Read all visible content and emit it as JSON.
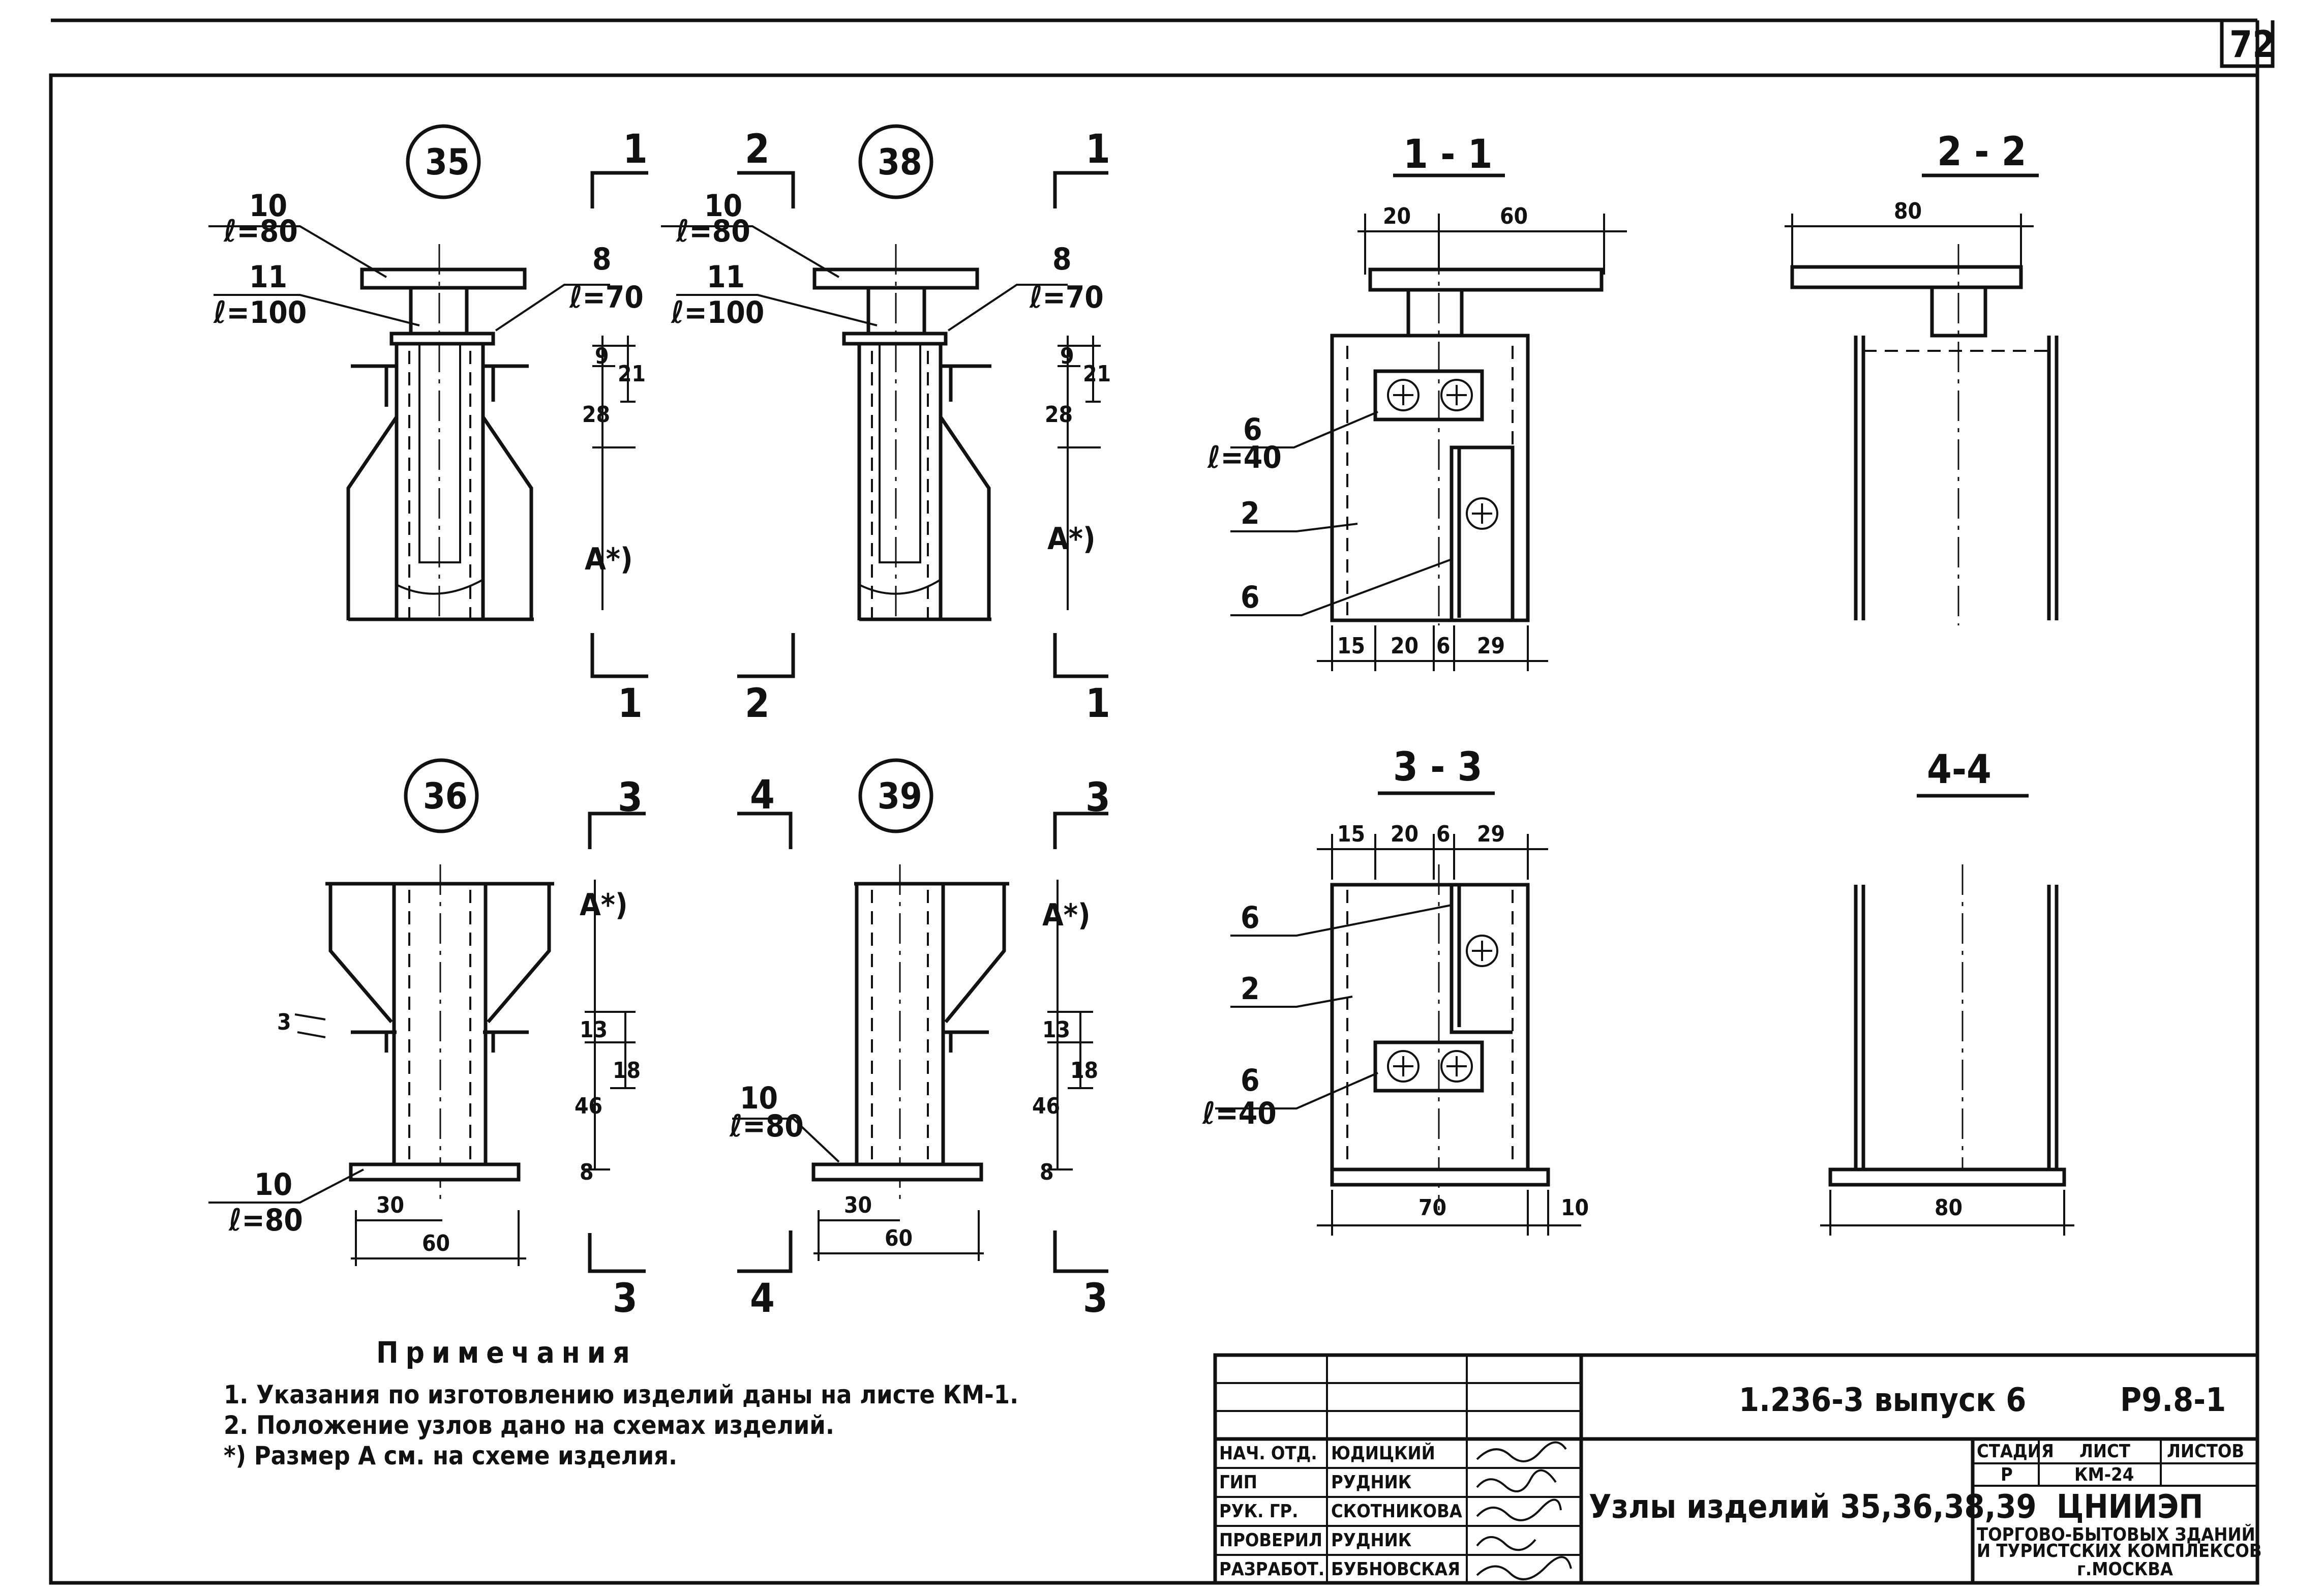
{
  "sheet_number": "72",
  "nodes": {
    "n35": {
      "number": "35",
      "cut_top": "1",
      "cut_bottom": "1",
      "labels": {
        "part10": "10",
        "part10_len": "ℓ=80",
        "part11": "11",
        "part11_len": "ℓ=100",
        "part8": "8",
        "part8_len": "ℓ=70",
        "dim9": "9",
        "dim21": "21",
        "dim28": "28",
        "dimA": "A*)"
      }
    },
    "n38": {
      "number": "38",
      "cut_left_top": "2",
      "cut_left_bottom": "2",
      "cut_top": "1",
      "cut_bottom": "1",
      "labels": {
        "part10": "10",
        "part10_len": "ℓ=80",
        "part11": "11",
        "part11_len": "ℓ=100",
        "part8": "8",
        "part8_len": "ℓ=70",
        "dim9": "9",
        "dim21": "21",
        "dim28": "28",
        "dimA": "A*)"
      }
    },
    "n36": {
      "number": "36",
      "cut_top": "3",
      "cut_bottom": "3",
      "labels": {
        "dimA": "A*)",
        "dim3": "3",
        "dim13": "13",
        "dim18": "18",
        "dim46": "46",
        "dim8": "8",
        "part10": "10",
        "part10_len": "ℓ=80",
        "dim30": "30",
        "dim60": "60"
      }
    },
    "n39": {
      "number": "39",
      "cut_left_top": "4",
      "cut_left_bottom": "4",
      "cut_top": "3",
      "cut_bottom": "3",
      "labels": {
        "dimA": "A*)",
        "dim13": "13",
        "dim18": "18",
        "dim46": "46",
        "dim8": "8",
        "part10": "10",
        "part10_len": "ℓ=80",
        "dim30": "30",
        "dim60": "60"
      }
    }
  },
  "sections": {
    "s11": {
      "title": "1 - 1",
      "dim20": "20",
      "dim60": "60",
      "part6a": "6",
      "part6a_len": "ℓ=40",
      "part2": "2",
      "part6b": "6",
      "dim15": "15",
      "dim20b": "20",
      "dim6": "6",
      "dim29": "29"
    },
    "s22": {
      "title": "2 - 2",
      "dim80": "80"
    },
    "s33": {
      "title": "3 - 3",
      "dim15": "15",
      "dim20": "20",
      "dim6": "6",
      "dim29": "29",
      "part6a": "6",
      "part2": "2",
      "part6b": "6",
      "part6b_len": "ℓ=40",
      "dim70": "70",
      "dim10": "10"
    },
    "s44": {
      "title": "4-4",
      "dim80": "80"
    }
  },
  "notes": {
    "heading": "Примечания",
    "items": [
      "1. Указания по изготовлению изделий даны на листе КМ-1.",
      "2. Положение узлов дано на схемах изделий.",
      "*) Размер А см. на схеме изделия."
    ]
  },
  "title_block": {
    "doc_code": "1.236-3 выпуск 6",
    "sheet_code": "Р9.8-1",
    "title": "Узлы изделий 35,36,38,39",
    "roles": [
      {
        "role": "НАЧ. ОТД.",
        "name": "ЮДИЦКИЙ"
      },
      {
        "role": "ГИП",
        "name": "РУДНИК"
      },
      {
        "role": "РУК. ГР.",
        "name": "СКОТНИКОВА"
      },
      {
        "role": "ПРОВЕРИЛ",
        "name": "РУДНИК"
      },
      {
        "role": "РАЗРАБОТ.",
        "name": "БУБНОВСКАЯ"
      }
    ],
    "stage_header": "СТАДИЯ",
    "sheet_header": "ЛИСТ",
    "sheets_header": "ЛИСТОВ",
    "stage": "Р",
    "sheet": "КМ-24",
    "org": "ЦНИИЭП",
    "org_line1": "ТОРГОВО-БЫТОВЫХ ЗДАНИЙ",
    "org_line2": "И ТУРИСТСКИХ КОМПЛЕКСОВ",
    "org_line3": "г.МОСКВА"
  }
}
